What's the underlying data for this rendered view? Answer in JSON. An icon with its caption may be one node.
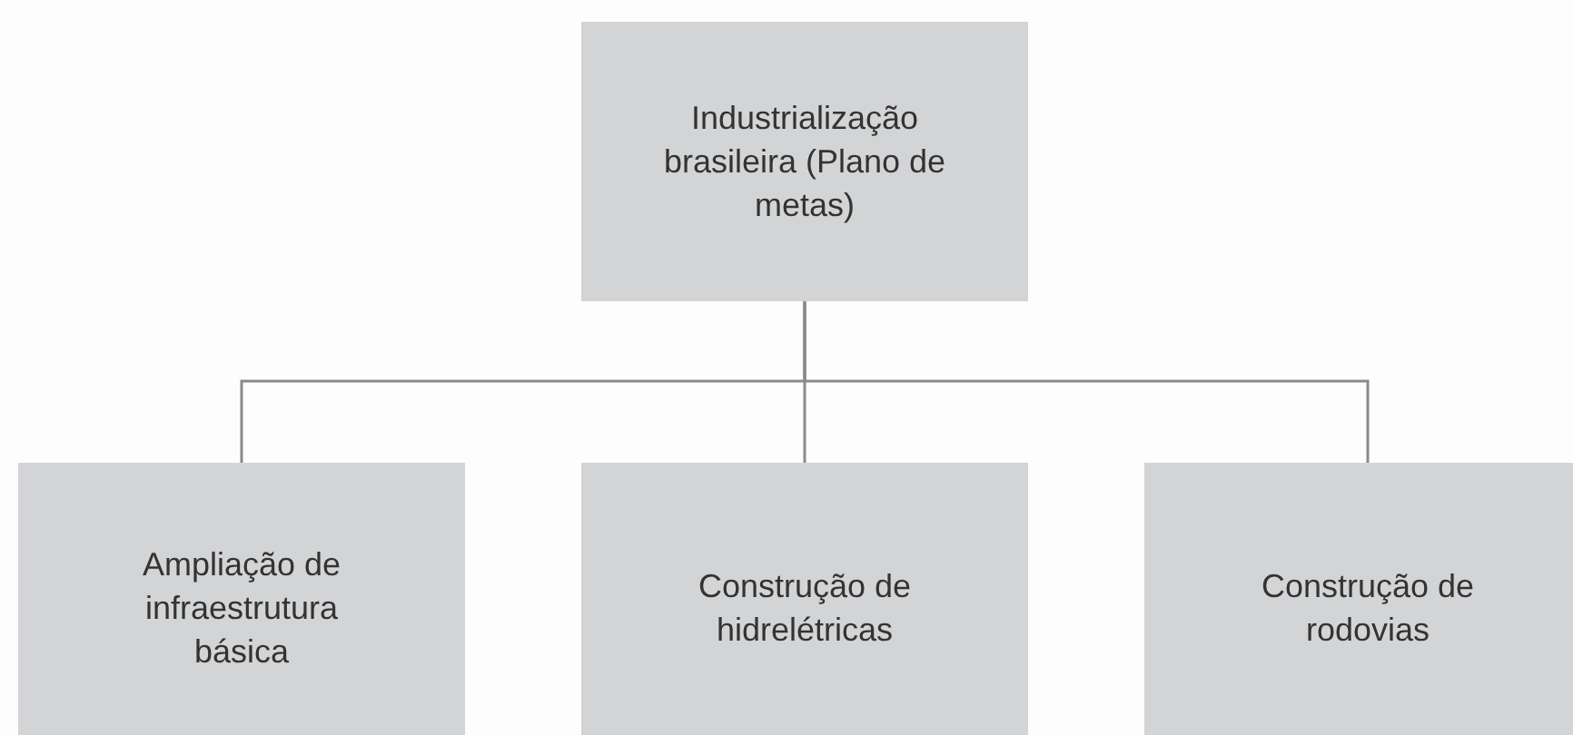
{
  "diagram": {
    "nodes": [
      {
        "text": [
          "Industrialização brasileira (Plano de metas)"
        ]
      },
      {
        "text": [
          "Ampliação de infraestrutura básica"
        ]
      },
      {
        "text": [
          "Construção de hidrelétricas"
        ]
      },
      {
        "text": [
          "Construção de rodovias"
        ]
      }
    ],
    "edges": [
      {
        "from": 0,
        "to": 1,
        "arrow": "none"
      },
      {
        "from": 0,
        "to": 2,
        "arrow": "none"
      },
      {
        "from": 0,
        "to": 3,
        "arrow": "none"
      }
    ]
  }
}
